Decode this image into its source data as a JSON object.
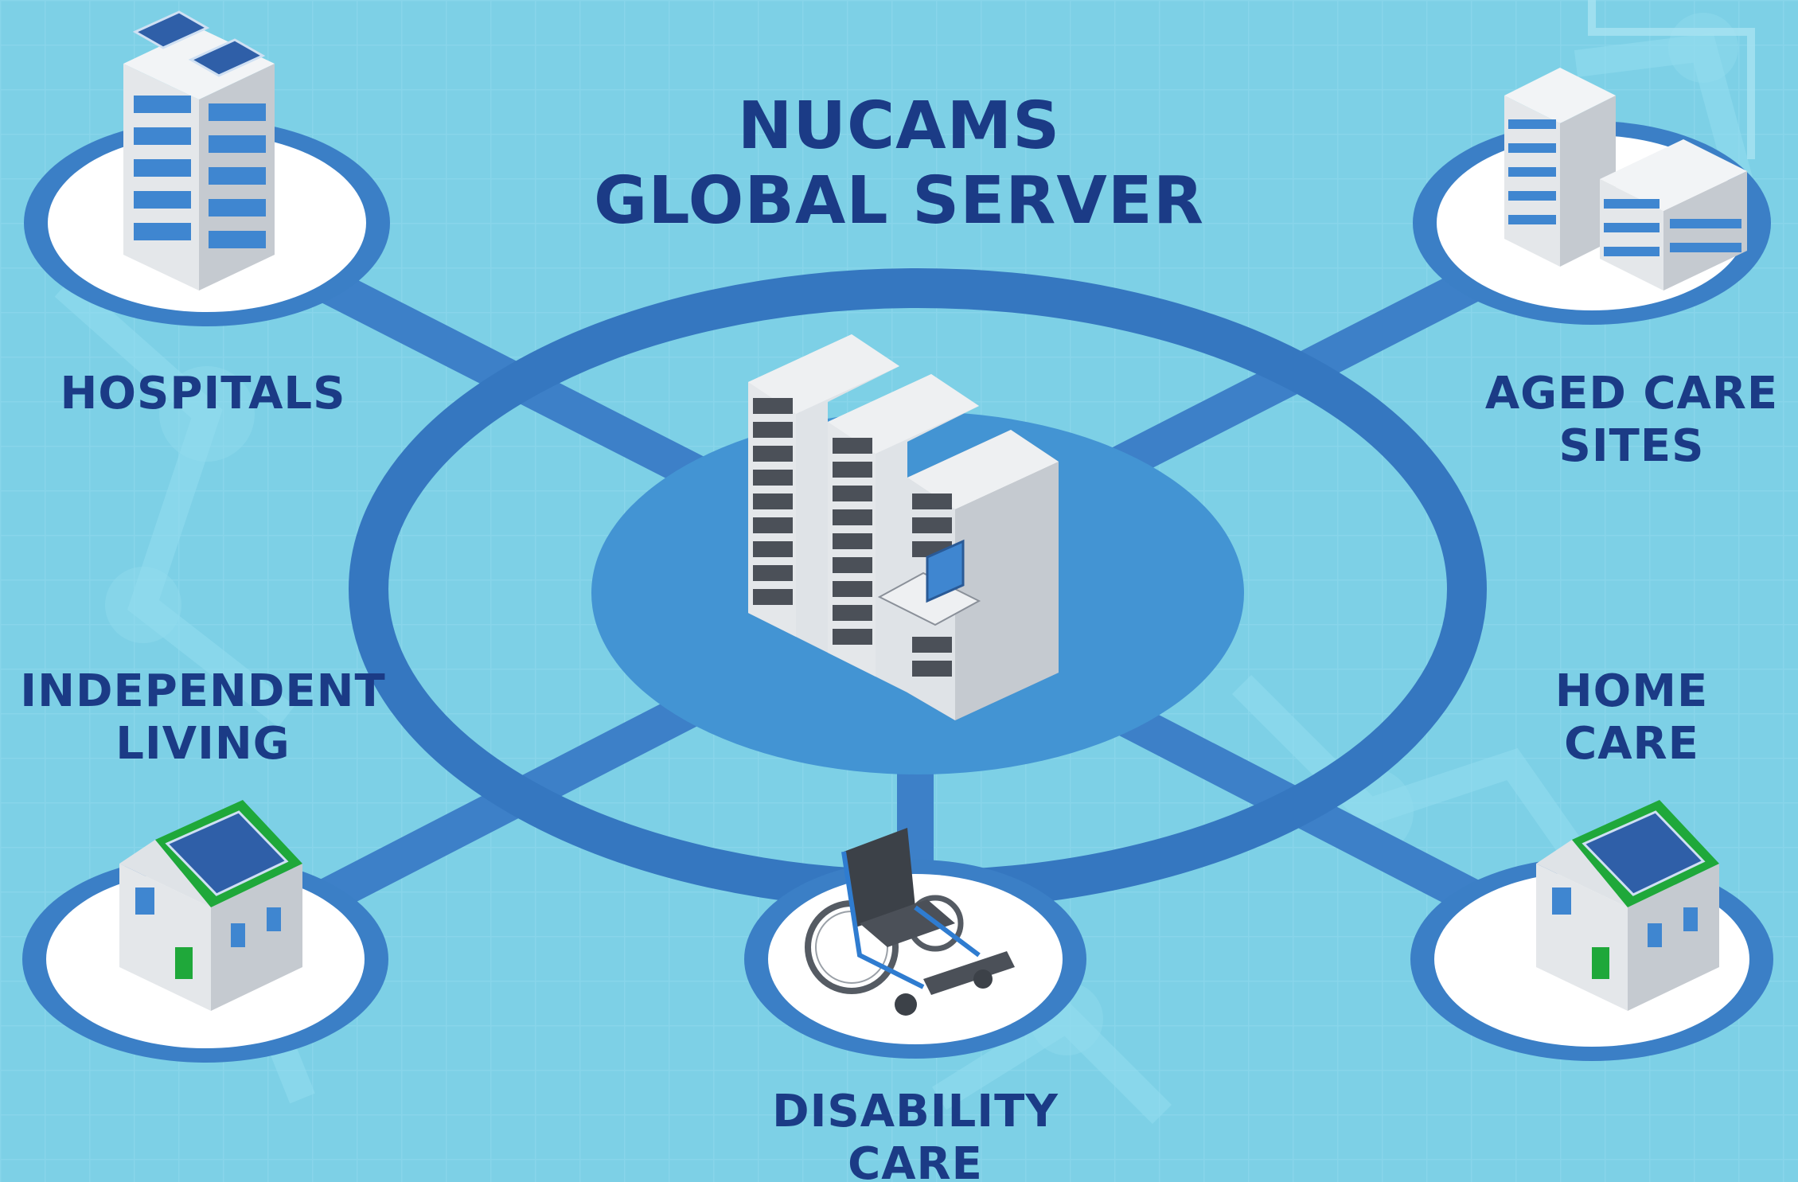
{
  "title": {
    "line1": "NUCAMS",
    "line2": "GLOBAL SERVER"
  },
  "nodes": {
    "hospitals": {
      "lines": [
        "HOSPITALS"
      ]
    },
    "aged_care": {
      "lines": [
        "AGED CARE",
        "SITES"
      ]
    },
    "independent_living": {
      "lines": [
        "INDEPENDENT",
        "LIVING"
      ]
    },
    "home_care": {
      "lines": [
        "HOME",
        "CARE"
      ]
    },
    "disability_care": {
      "lines": [
        "DISABILITY",
        "CARE"
      ]
    }
  },
  "colors": {
    "background": "#7dd0e6",
    "text": "#1b3b86",
    "connector": "#3d80c8",
    "ring": "#3577c0",
    "hub": "#4394d3",
    "node_ring": "#3b7fc6",
    "node_fill": "#ffffff",
    "server_body": "#c8cdd3",
    "window_blue": "#3f86d0",
    "roof_green": "#1fa83a"
  }
}
